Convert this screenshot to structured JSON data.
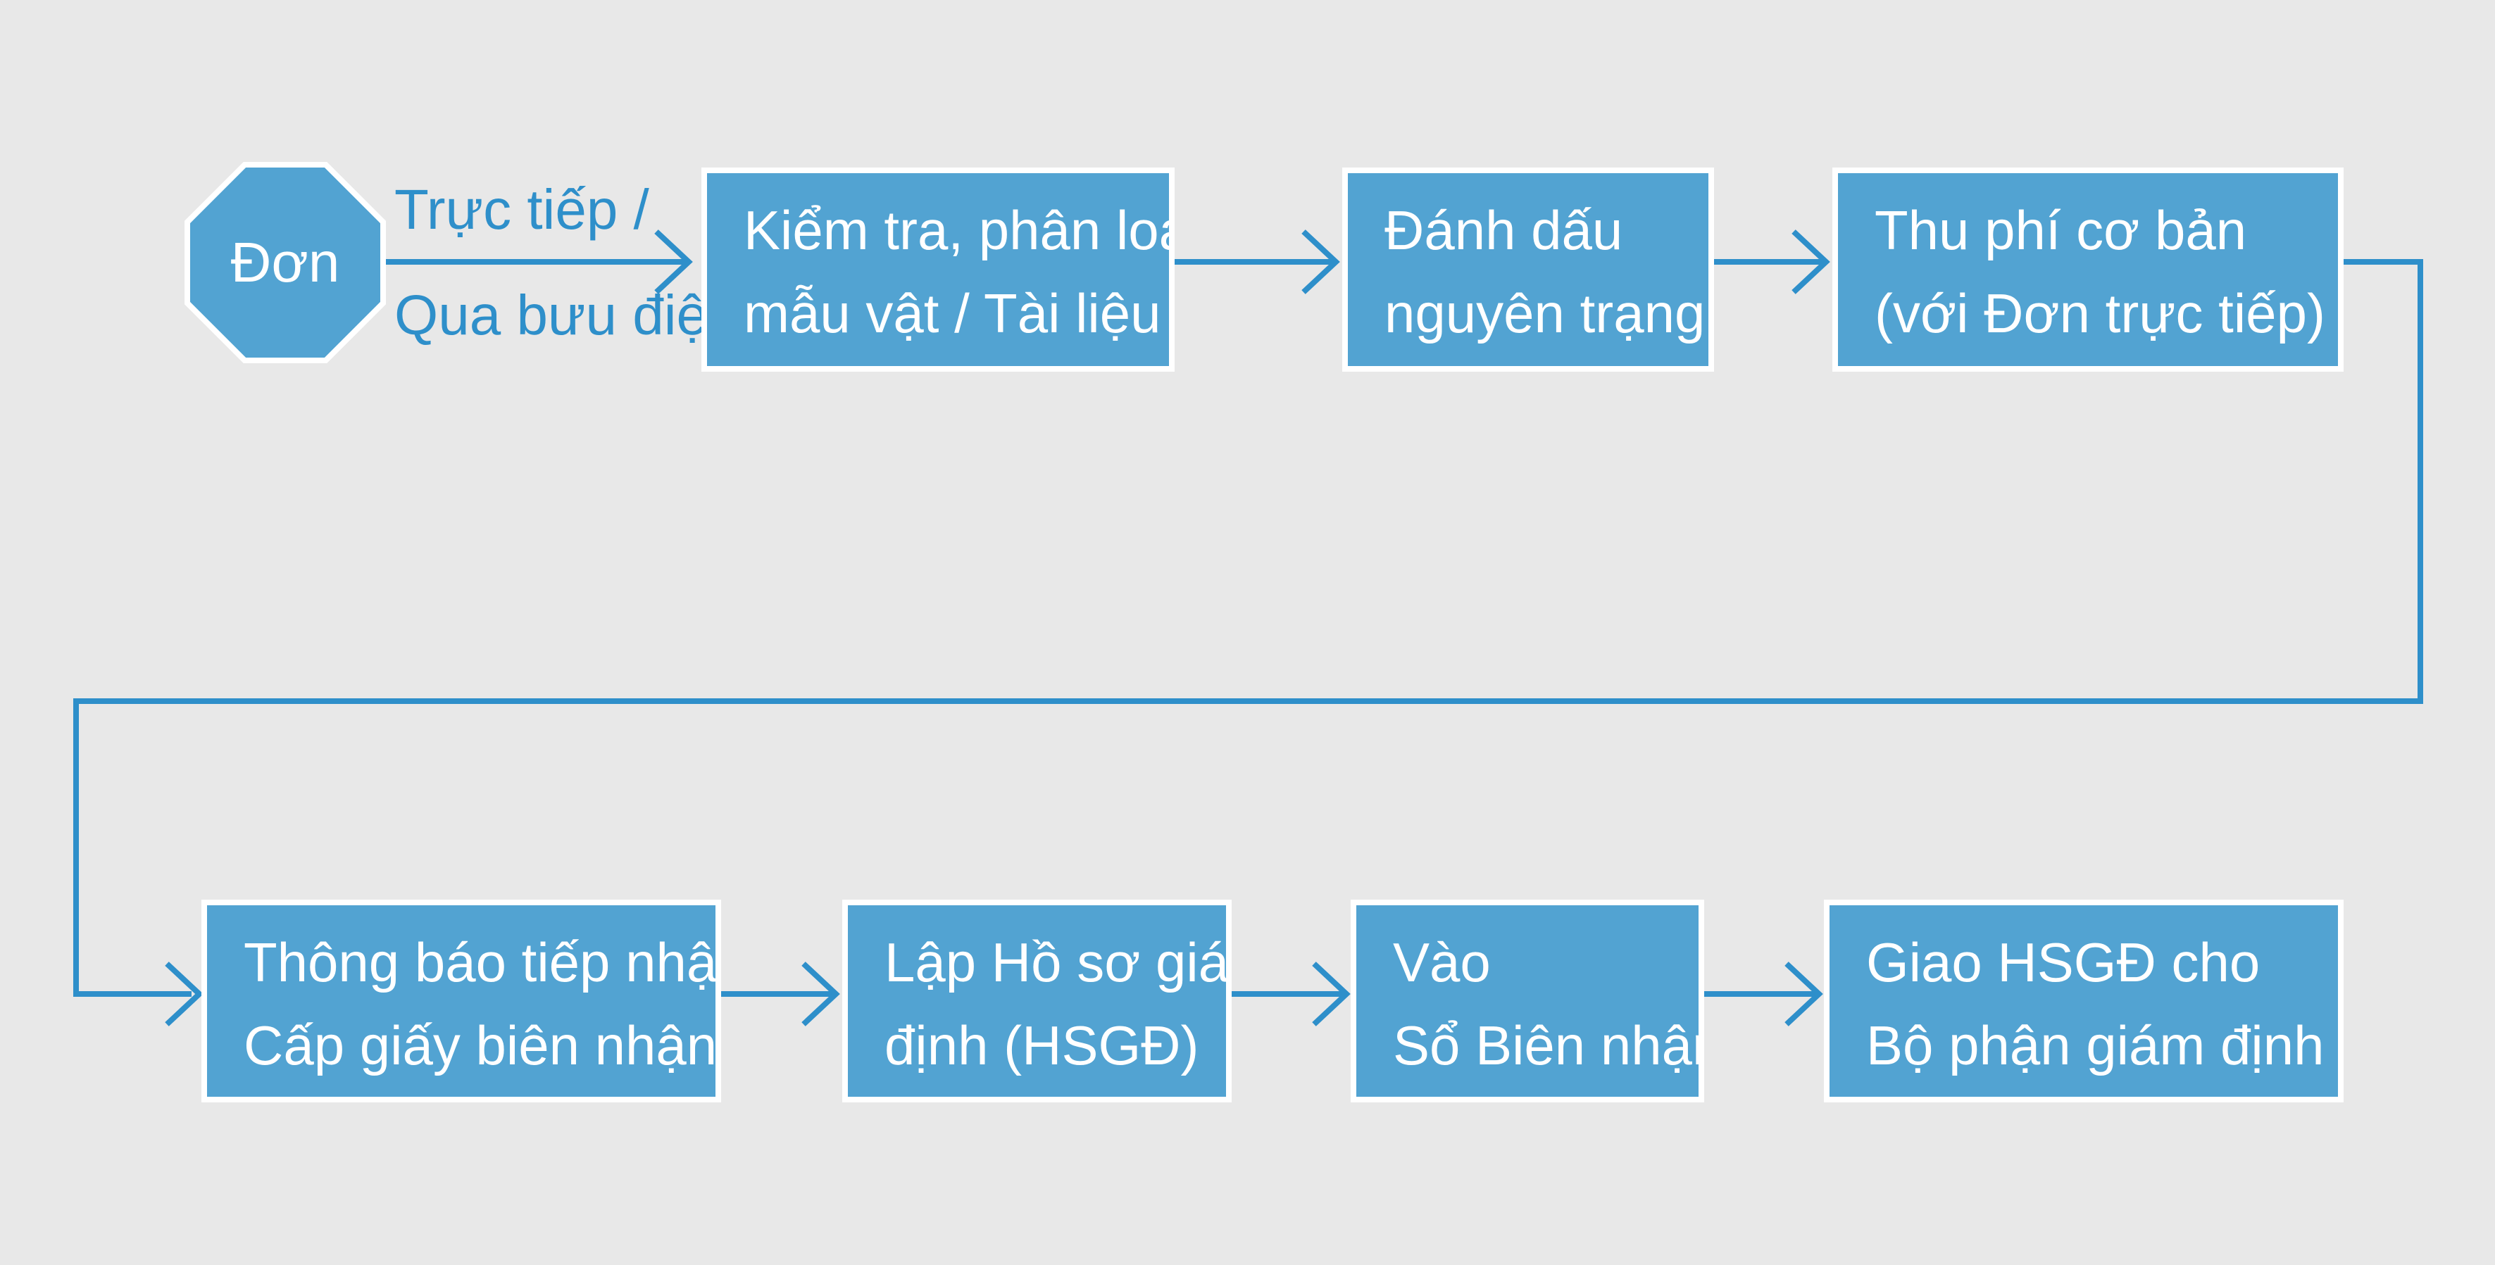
{
  "colors": {
    "background": "#e8e8e8",
    "box_fill": "#52a3d2",
    "box_border": "#ffffff",
    "connector": "#2e8fca",
    "label_text": "#2e8fca"
  },
  "start_node": {
    "label": "Đơn"
  },
  "edge_label": {
    "line1": "Trực tiếp /",
    "line2": "Qua bưu điện"
  },
  "steps": [
    {
      "line1": "Kiểm tra, phân loại",
      "line2": "mẫu vật / Tài liệu"
    },
    {
      "line1": "Đánh dấu",
      "line2": "nguyên trạng"
    },
    {
      "line1": "Thu phí cơ bản",
      "line2": "(với Đơn trực tiếp)"
    },
    {
      "line1": "Thông báo tiếp nhận /",
      "line2": "Cấp giấy biên nhận."
    },
    {
      "line1": "Lập Hồ sơ giám",
      "line2": "định (HSGĐ)"
    },
    {
      "line1": "Vào",
      "line2": "Sổ Biên nhận"
    },
    {
      "line1": "Giao HSGĐ cho",
      "line2": "Bộ phận giám định"
    }
  ]
}
